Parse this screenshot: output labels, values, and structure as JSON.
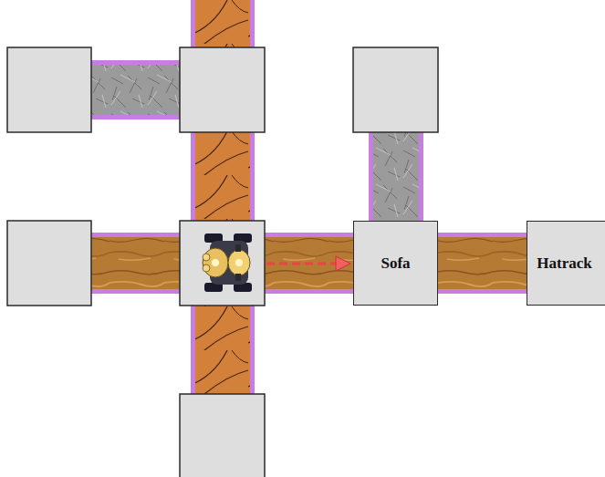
{
  "diagram": {
    "nodes": [
      {
        "text": [
          "Sofa"
        ]
      },
      {
        "text": [
          "Hatrack"
        ]
      }
    ],
    "edges": [
      {
        "from": 0,
        "to": 1,
        "arrow": "none"
      }
    ]
  }
}
